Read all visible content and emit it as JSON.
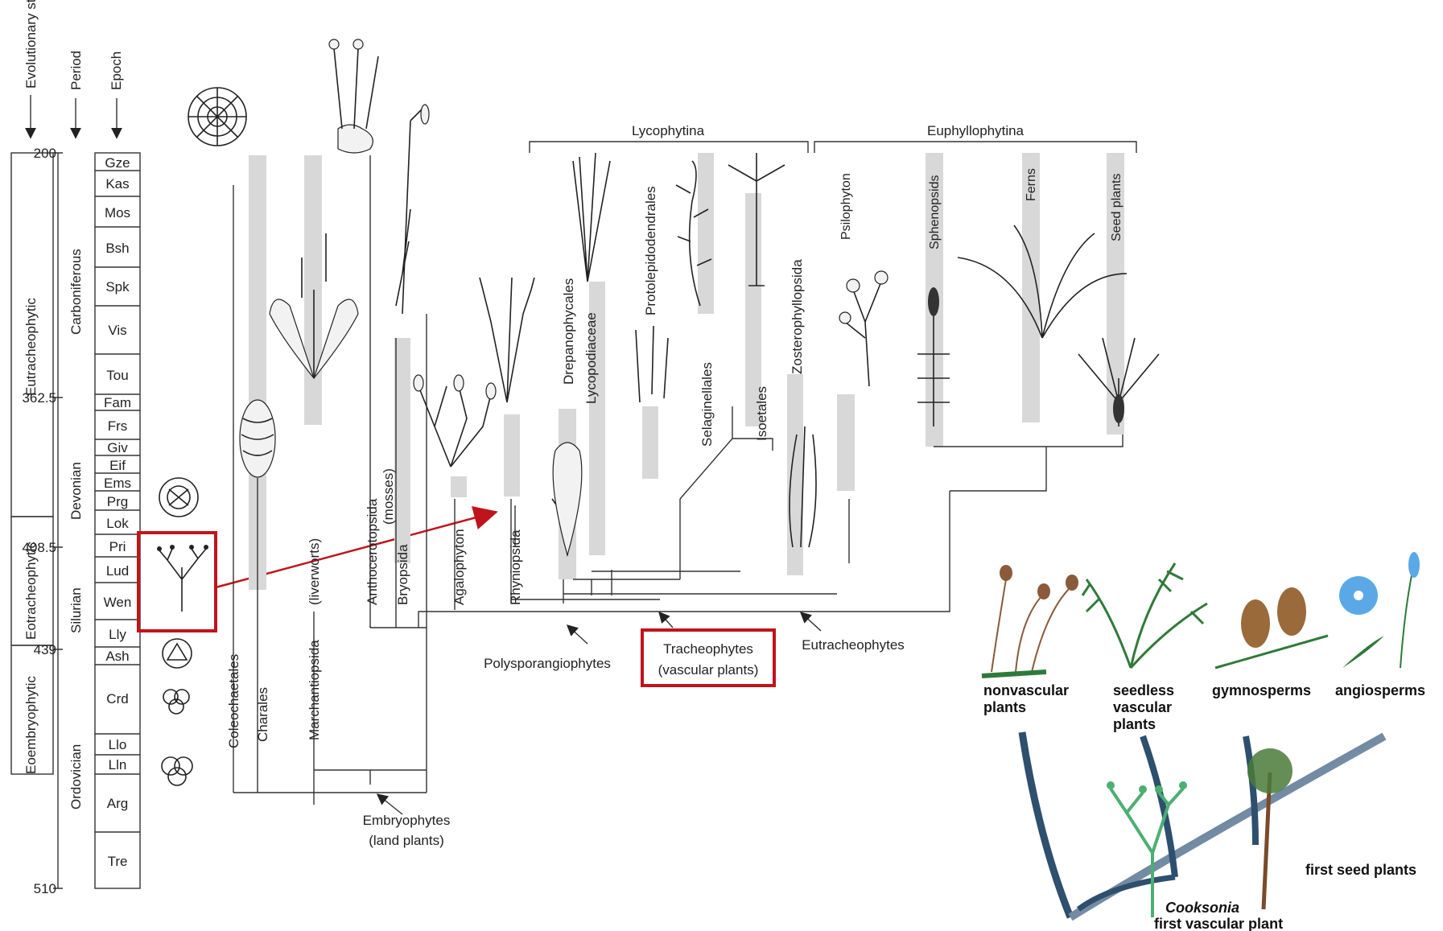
{
  "headers": {
    "stage": "Evolutionary stage",
    "period": "Period",
    "epoch": "Epoch"
  },
  "stages": [
    "Eutracheophytic",
    "Eotracheophytic",
    "Eoembryophytic"
  ],
  "periods": [
    "Carboniferous",
    "Devonian",
    "Silurian",
    "Ordovician"
  ],
  "ages": [
    "200",
    "362.5",
    "408.5",
    "439",
    "510"
  ],
  "epochs": [
    "Gze",
    "Kas",
    "Mos",
    "Bsh",
    "Spk",
    "Vis",
    "Tou",
    "Fam",
    "Frs",
    "Giv",
    "Eif",
    "Ems",
    "Prg",
    "Lok",
    "Pri",
    "Lud",
    "Wen",
    "Lly",
    "Ash",
    "Crd",
    "Llo",
    "Lln",
    "Arg",
    "Tre"
  ],
  "clades": {
    "lycophytina": "Lycophytina",
    "euphyllophytina": "Euphyllophytina"
  },
  "taxa": {
    "coleochaetales": "Coleochaetales",
    "charales": "Charales",
    "marchantiopsida": "Marchantiopsida",
    "liverworts": "(liverworts)",
    "anthocerotopsida": "Anthocerotopsida",
    "mosses": "(mosses)",
    "bryopsida": "Bryopsida",
    "agalophyton": "Agalophyton",
    "rhyniopsida": "Rhyniopsida",
    "drepanophycales": "Drepanophycales",
    "lycopodiaceae": "Lycopodiaceae",
    "protolepidodendrales": "Protolepidodendrales",
    "selaginellales": "Selaginellales",
    "isoetales": "Isoetales",
    "zosterophyllopsida": "Zosterophyllopsida",
    "psilophyton": "Psilophyton",
    "sphenopsids": "Sphenopsids",
    "ferns": "Ferns",
    "seed_plants": "Seed plants"
  },
  "annotations": {
    "embryophytes": "Embryophytes",
    "land_plants": "(land plants)",
    "polysporangiophytes": "Polysporangiophytes",
    "tracheophytes": "Tracheophytes",
    "vascular_plants": "(vascular plants)",
    "eutracheophytes": "Eutracheophytes"
  },
  "inset": {
    "nonvascular": [
      "nonvascular",
      "plants"
    ],
    "seedless": [
      "seedless",
      "vascular",
      "plants"
    ],
    "gymnosperms": "gymnosperms",
    "angiosperms": "angiosperms",
    "first_seed": "first seed plants",
    "cooksonia": "Cooksonia",
    "first_vascular": "first vascular plant"
  },
  "colors": {
    "highlight": "#c0141c",
    "inset_branch": "#2e4f6e",
    "cooksonia": "#4caf72",
    "moss": "#8a5a3a",
    "fern": "#2f7a3a",
    "cone": "#9a6a3a",
    "flower": "#5aa9e6"
  }
}
